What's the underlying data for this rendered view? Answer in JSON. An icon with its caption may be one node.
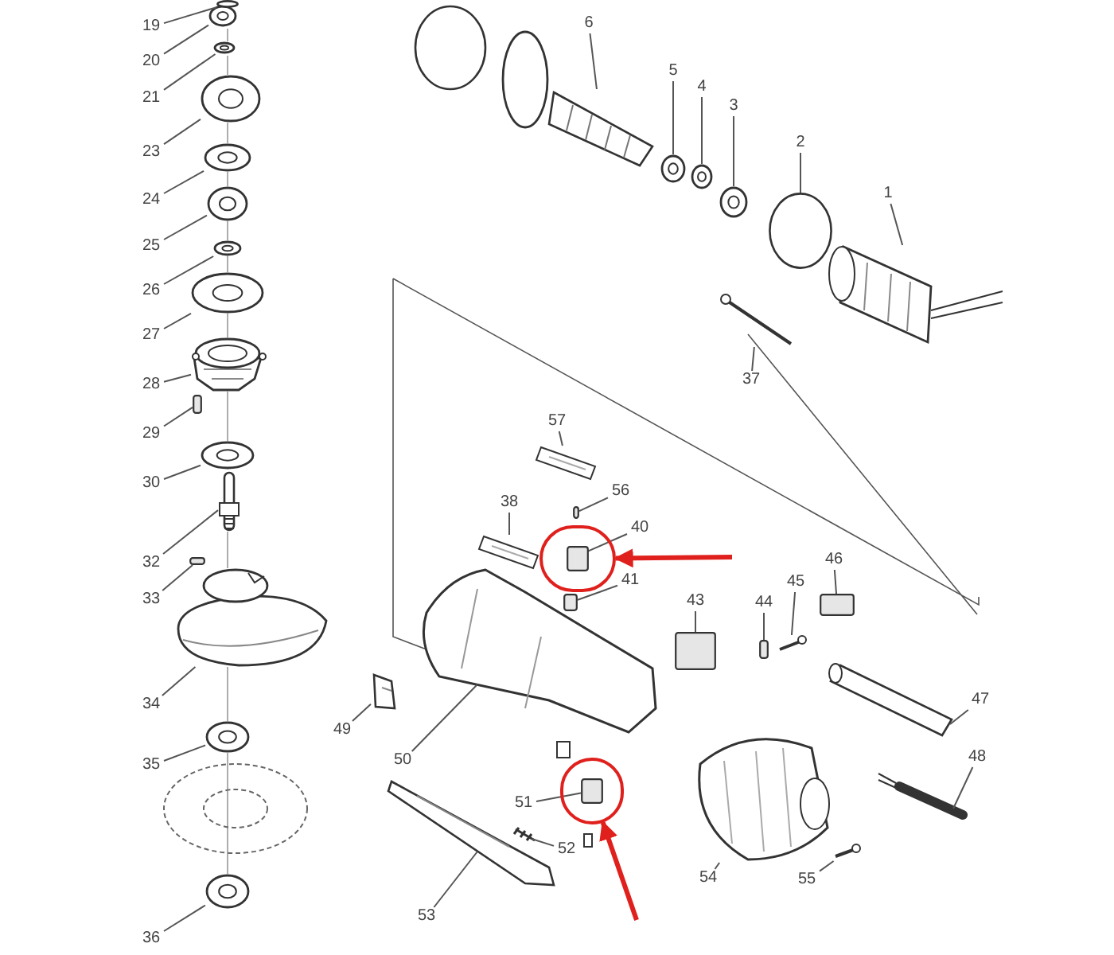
{
  "diagram": {
    "nodes": [
      {
        "text": [
          "6"
        ]
      },
      {
        "text": [
          "5"
        ]
      },
      {
        "text": [
          "4"
        ]
      },
      {
        "text": [
          "3"
        ]
      },
      {
        "text": [
          "2"
        ]
      },
      {
        "text": [
          "1"
        ]
      },
      {
        "text": [
          "19"
        ]
      },
      {
        "text": [
          "20"
        ]
      },
      {
        "text": [
          "21"
        ]
      },
      {
        "text": [
          "23"
        ]
      },
      {
        "text": [
          "24"
        ]
      },
      {
        "text": [
          "25"
        ]
      },
      {
        "text": [
          "26"
        ]
      },
      {
        "text": [
          "27"
        ]
      },
      {
        "text": [
          "28"
        ]
      },
      {
        "text": [
          "29"
        ]
      },
      {
        "text": [
          "30"
        ]
      },
      {
        "text": [
          "32"
        ]
      },
      {
        "text": [
          "33"
        ]
      },
      {
        "text": [
          "34"
        ]
      },
      {
        "text": [
          "35"
        ]
      },
      {
        "text": [
          "36"
        ]
      },
      {
        "text": [
          "37"
        ]
      },
      {
        "text": [
          "57"
        ]
      },
      {
        "text": [
          "56"
        ]
      },
      {
        "text": [
          "38"
        ]
      },
      {
        "text": [
          "40"
        ]
      },
      {
        "text": [
          "41"
        ]
      },
      {
        "text": [
          "43"
        ]
      },
      {
        "text": [
          "44"
        ]
      },
      {
        "text": [
          "45"
        ]
      },
      {
        "text": [
          "46"
        ]
      },
      {
        "text": [
          "47"
        ]
      },
      {
        "text": [
          "48"
        ]
      },
      {
        "text": [
          "49"
        ]
      },
      {
        "text": [
          "50"
        ]
      },
      {
        "text": [
          "51"
        ]
      },
      {
        "text": [
          "52"
        ]
      },
      {
        "text": [
          "53"
        ]
      },
      {
        "text": [
          "54"
        ]
      },
      {
        "text": [
          "55"
        ]
      },
      {
        "text": [],
        "shape": "circle"
      },
      {
        "text": [],
        "shape": "circle"
      },
      {
        "text": [],
        "shape": "picture"
      },
      {
        "text": [],
        "shape": "picture"
      },
      {
        "text": [],
        "shape": "picture"
      },
      {
        "text": [],
        "shape": "picture"
      },
      {
        "text": [],
        "shape": "circle"
      },
      {
        "text": [],
        "shape": "picture"
      },
      {
        "text": [],
        "shape": "circle"
      },
      {
        "text": [],
        "shape": "picture"
      },
      {
        "text": [],
        "shape": "picture"
      },
      {
        "text": [],
        "shape": "picture"
      },
      {
        "text": [],
        "shape": "picture"
      },
      {
        "text": [],
        "shape": "picture"
      },
      {
        "text": [],
        "shape": "picture"
      },
      {
        "text": [],
        "shape": "picture"
      },
      {
        "text": [],
        "shape": "picture"
      },
      {
        "text": [],
        "shape": "box"
      },
      {
        "text": [],
        "shape": "picture"
      },
      {
        "text": [],
        "shape": "picture"
      },
      {
        "text": [],
        "shape": "box"
      },
      {
        "text": [],
        "shape": "picture"
      },
      {
        "text": [],
        "shape": "picture"
      },
      {
        "text": [],
        "shape": "picture"
      },
      {
        "text": [],
        "shape": "picture"
      },
      {
        "text": [],
        "shape": "picture"
      },
      {
        "text": [],
        "shape": "box"
      },
      {
        "text": [],
        "shape": "picture"
      },
      {
        "text": [],
        "shape": "box",
        "in": 41
      },
      {
        "text": [],
        "shape": "box"
      },
      {
        "text": [],
        "shape": "box"
      },
      {
        "text": [],
        "shape": "box"
      },
      {
        "text": [],
        "shape": "picture"
      },
      {
        "text": [],
        "shape": "box"
      },
      {
        "text": [],
        "shape": "picture"
      },
      {
        "text": [],
        "shape": "picture"
      },
      {
        "text": [],
        "shape": "picture"
      },
      {
        "text": [],
        "shape": "picture"
      },
      {
        "text": [],
        "shape": "box",
        "in": 42
      },
      {
        "text": [],
        "shape": "picture"
      },
      {
        "text": [],
        "shape": "picture"
      },
      {
        "text": [],
        "shape": "picture"
      },
      {
        "text": [],
        "shape": "picture"
      }
    ],
    "edges": [
      {
        "from": 0,
        "to": 43,
        "arrow": "none"
      },
      {
        "from": 1,
        "to": 44,
        "arrow": "none"
      },
      {
        "from": 2,
        "to": 45,
        "arrow": "none"
      },
      {
        "from": 3,
        "to": 46,
        "arrow": "none"
      },
      {
        "from": 4,
        "to": 47,
        "arrow": "none"
      },
      {
        "from": 5,
        "to": 48,
        "arrow": "none"
      },
      {
        "from": 6,
        "to": 49,
        "arrow": "none"
      },
      {
        "from": 7,
        "to": 50,
        "arrow": "none"
      },
      {
        "from": 8,
        "to": 51,
        "arrow": "none"
      },
      {
        "from": 9,
        "to": 52,
        "arrow": "none"
      },
      {
        "from": 10,
        "to": 53,
        "arrow": "none"
      },
      {
        "from": 11,
        "to": 54,
        "arrow": "none"
      },
      {
        "from": 12,
        "to": 55,
        "arrow": "none"
      },
      {
        "from": 13,
        "to": 56,
        "arrow": "none"
      },
      {
        "from": 14,
        "to": 57,
        "arrow": "none"
      },
      {
        "from": 15,
        "to": 58,
        "arrow": "none"
      },
      {
        "from": 16,
        "to": 59,
        "arrow": "none"
      },
      {
        "from": 17,
        "to": 60,
        "arrow": "none"
      },
      {
        "from": 18,
        "to": 61,
        "arrow": "none"
      },
      {
        "from": 19,
        "to": 62,
        "arrow": "none"
      },
      {
        "from": 20,
        "to": 63,
        "arrow": "none"
      },
      {
        "from": 21,
        "to": 64,
        "arrow": "none"
      },
      {
        "from": 22,
        "to": 65,
        "arrow": "none"
      },
      {
        "from": 23,
        "to": 66,
        "arrow": "none"
      },
      {
        "from": 24,
        "to": 67,
        "arrow": "none"
      },
      {
        "from": 25,
        "to": 68,
        "arrow": "none"
      },
      {
        "from": 26,
        "to": 69,
        "arrow": "none"
      },
      {
        "from": 27,
        "to": 70,
        "arrow": "none"
      },
      {
        "from": 28,
        "to": 71,
        "arrow": "none"
      },
      {
        "from": 29,
        "to": 72,
        "arrow": "none"
      },
      {
        "from": 30,
        "to": 73,
        "arrow": "none"
      },
      {
        "from": 31,
        "to": 74,
        "arrow": "none"
      },
      {
        "from": 32,
        "to": 75,
        "arrow": "none"
      },
      {
        "from": 33,
        "to": 76,
        "arrow": "none"
      },
      {
        "from": 34,
        "to": 77,
        "arrow": "none"
      },
      {
        "from": 35,
        "to": 78,
        "arrow": "none"
      },
      {
        "from": 36,
        "to": 79,
        "arrow": "none"
      },
      {
        "from": 37,
        "to": 80,
        "arrow": "none"
      },
      {
        "from": 38,
        "to": 81,
        "arrow": "none"
      },
      {
        "from": 39,
        "to": 82,
        "arrow": "none"
      },
      {
        "from": 40,
        "to": 83,
        "arrow": "none"
      },
      {
        "from": null,
        "to": 41,
        "arrow": "to",
        "style": "thick",
        "color": "#e0201c"
      },
      {
        "from": null,
        "to": 42,
        "arrow": "to",
        "style": "thick",
        "color": "#e0201c"
      }
    ]
  }
}
